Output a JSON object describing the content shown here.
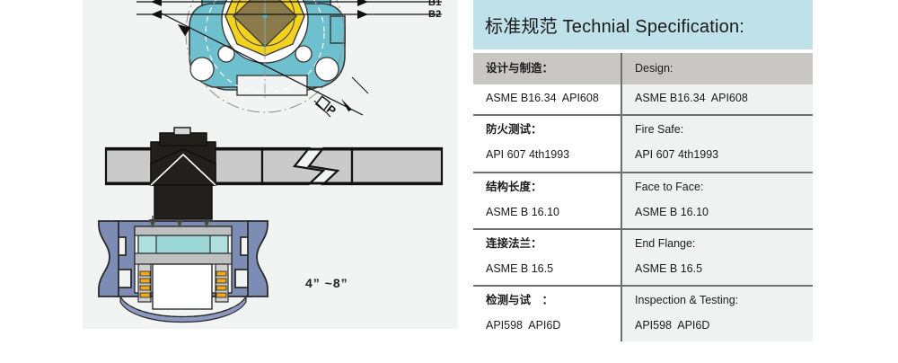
{
  "illustration": {
    "panel_bg": "#f2f3f3",
    "top_view": {
      "name": "valve-flange-top-view",
      "body_color": "#6fc0ce",
      "center_color": "#f2d21e",
      "stem_color": "#8c7b4a",
      "labels": [
        {
          "id": "b1",
          "text": "B1"
        },
        {
          "id": "b2",
          "text": "B2"
        },
        {
          "id": "dp",
          "text": "ØP"
        }
      ]
    },
    "section_view": {
      "name": "valve-cross-section-view",
      "body_color": "#7d8cb5",
      "actuator_color": "#231f1c",
      "pipe_color": "#c9cac9",
      "seal_color": "#9cd8d8",
      "spring_color": "#f2a81d",
      "size_label": "4”  ~8”"
    }
  },
  "spec": {
    "header_title": "标准规范 Technial Specification:",
    "header_bg": "#bfe1e9",
    "rows": [
      {
        "cn_label": "设计与制造：",
        "en_label": "Design:",
        "cn_value": "ASME B16.34  API608",
        "en_value": "ASME B16.34  API608"
      },
      {
        "cn_label": "防火测试：",
        "en_label": "Fire Safe:",
        "cn_value": "API 607 4th1993",
        "en_value": "API 607 4th1993"
      },
      {
        "cn_label": "结构长度：",
        "en_label": "Face to Face:",
        "cn_value": "ASME B 16.10",
        "en_value": "ASME B 16.10"
      },
      {
        "cn_label": "连接法兰：",
        "en_label": "End Flange:",
        "cn_value": "ASME B 16.5",
        "en_value": "ASME B 16.5"
      },
      {
        "cn_label": "检测与试　：",
        "en_label": "Inspection & Testing:",
        "cn_value": "API598  API6D",
        "en_value": "API598  API6D"
      }
    ]
  }
}
